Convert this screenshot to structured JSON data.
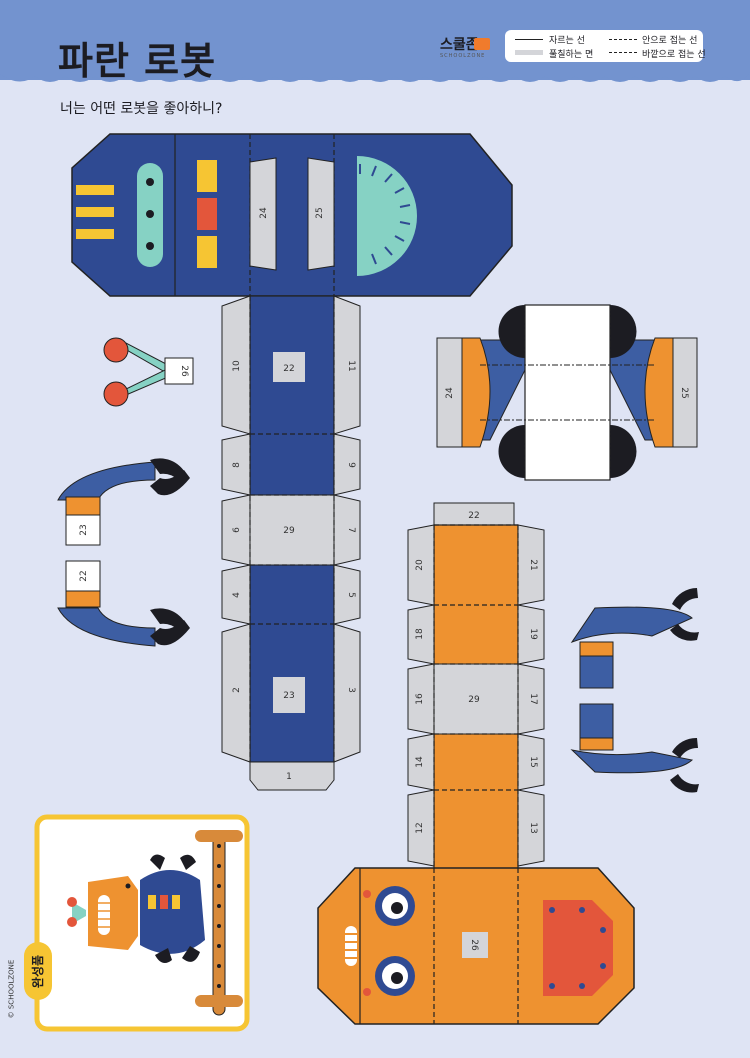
{
  "title": "파란 로봇",
  "subtitle": "너는 어떤 로봇을 좋아하니?",
  "brand": {
    "name": "스쿨존",
    "sub": "SCHOOLZONE"
  },
  "legend": {
    "cut": "자르는 선",
    "fold_in": "안으로 접는 선",
    "glue": "풀칠하는 면",
    "fold_out": "바깥으로 접는 선"
  },
  "blue_body": {
    "head_tabs": [
      "24",
      "25"
    ],
    "face_tabs": [
      "22",
      "23"
    ],
    "side_tabs": [
      "10",
      "11",
      "8",
      "9",
      "6",
      "7",
      "4",
      "5",
      "2",
      "3"
    ],
    "center_label": "29",
    "bottom_tab": "1"
  },
  "orange_body": {
    "top_tab": "22",
    "side_tabs": [
      "20",
      "21",
      "18",
      "19",
      "16",
      "17",
      "14",
      "15",
      "12",
      "13"
    ],
    "center_label": "29",
    "face_tab": "26"
  },
  "arm_frame": {
    "left": "24",
    "right": "25"
  },
  "antenna_tab": "26",
  "left_arm_tabs": [
    "23",
    "22"
  ],
  "completed_badge": "완성품",
  "copyright": "© SCHOOLZONE",
  "colors": {
    "header": "#7393cf",
    "background": "#dfe4f4",
    "blue": "#2f4a92",
    "orange": "#ee9230",
    "glue": "#d4d5d9",
    "teal": "#86d2c4"
  }
}
